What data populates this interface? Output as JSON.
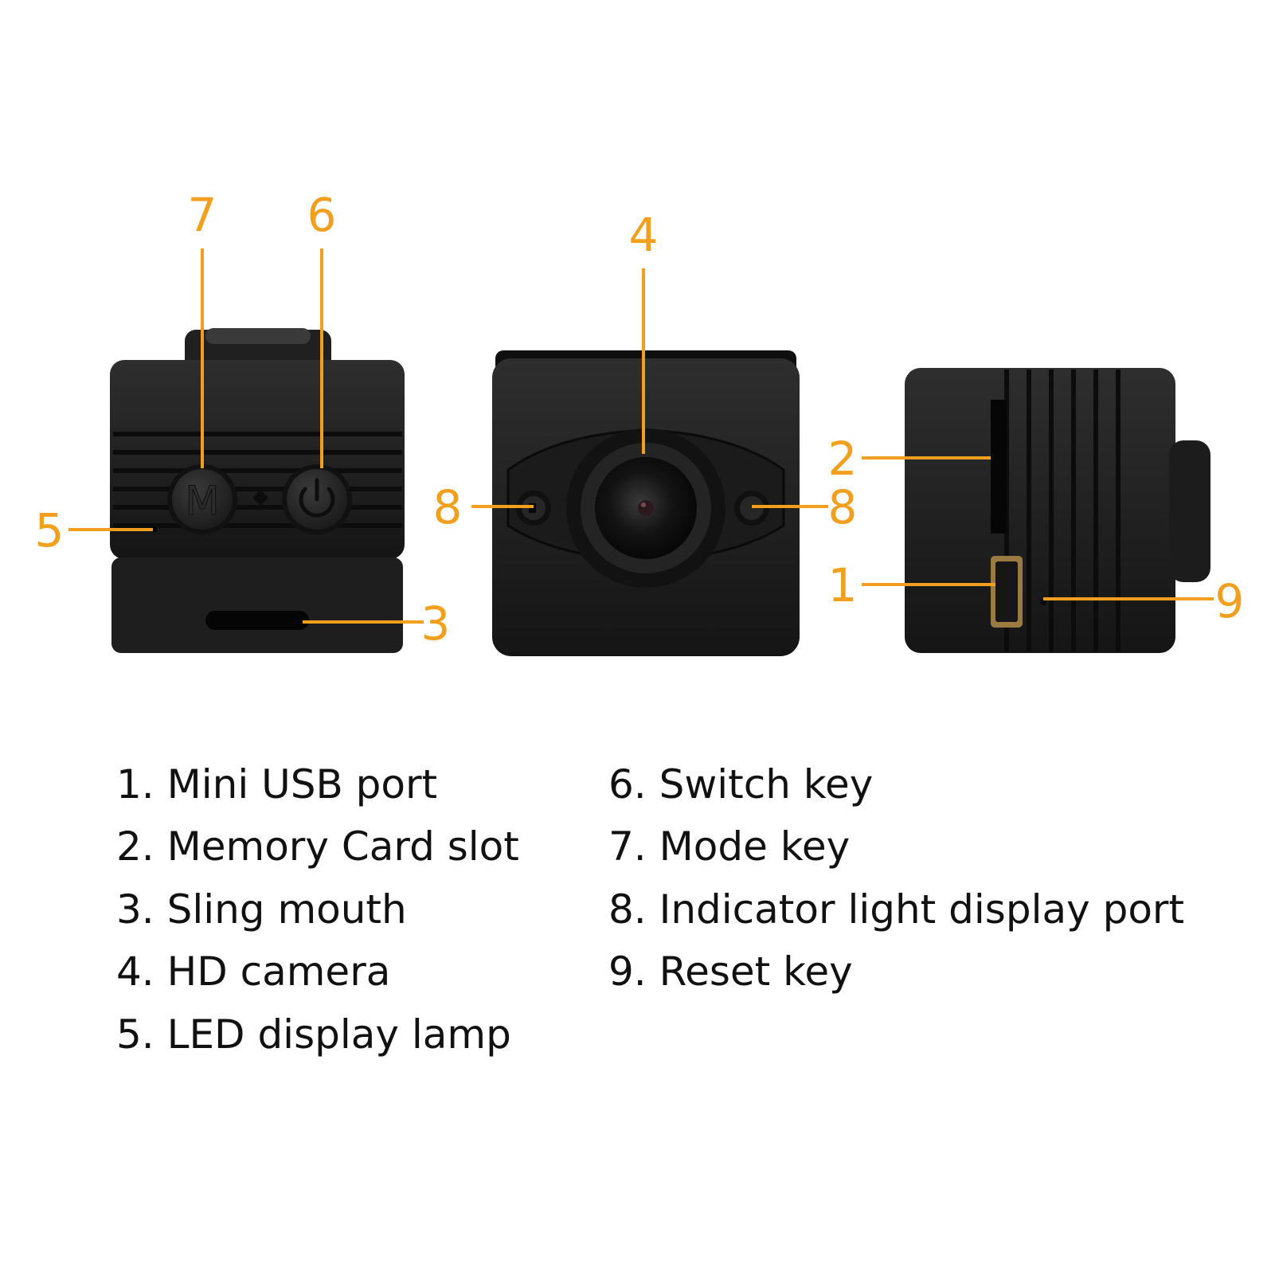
{
  "accent_color": "#f0a01e",
  "callouts": {
    "c1": "1",
    "c2": "2",
    "c3": "3",
    "c4": "4",
    "c5": "5",
    "c6": "6",
    "c7": "7",
    "c8a": "8",
    "c8b": "8",
    "c9": "9"
  },
  "device_marks": {
    "mode_key_letter": "M",
    "power_key_icon": "power-icon"
  },
  "legend": {
    "items": [
      "1. Mini USB port",
      "2. Memory Card slot",
      "3. Sling mouth",
      "4. HD camera",
      "5. LED display lamp",
      "6. Switch key",
      "7. Mode key",
      "8. Indicator light display port",
      "9. Reset key"
    ]
  }
}
